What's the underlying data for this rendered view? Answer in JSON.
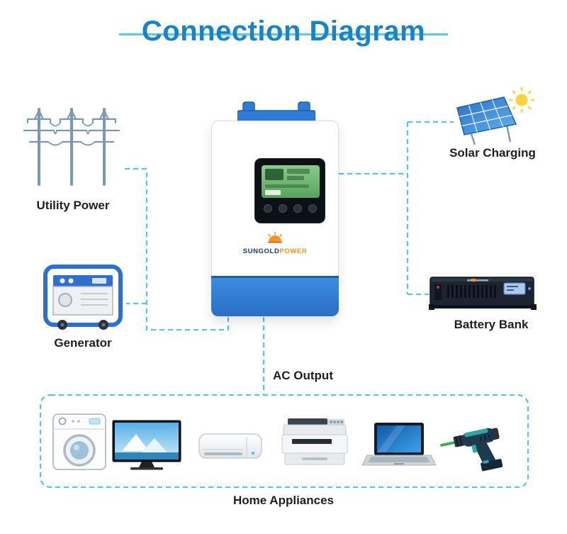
{
  "title": "Connection Diagram",
  "labels": {
    "utility": "Utility Power",
    "generator": "Generator",
    "solar": "Solar Charging",
    "battery": "Battery Bank",
    "ac_output": "AC Output",
    "appliances": "Home Appliances"
  },
  "inverter": {
    "brand_sungold": "SUNGOLD",
    "brand_power": "POWER"
  },
  "colors": {
    "title_blue": "#1883c6",
    "connector_blue": "#57c3ef",
    "inverter_blue": "#2e7fd4",
    "logo_orange": "#f7941d"
  },
  "icons": {
    "utility": "power-transmission-lines-icon",
    "generator": "portable-generator-icon",
    "solar": "solar-panel-sun-icon",
    "battery": "battery-rack-icon",
    "inverter": "solar-inverter-unit",
    "appliances": [
      "washing-machine-icon",
      "tv-icon",
      "air-conditioner-icon",
      "printer-icon",
      "laptop-icon",
      "power-drill-icon"
    ]
  }
}
